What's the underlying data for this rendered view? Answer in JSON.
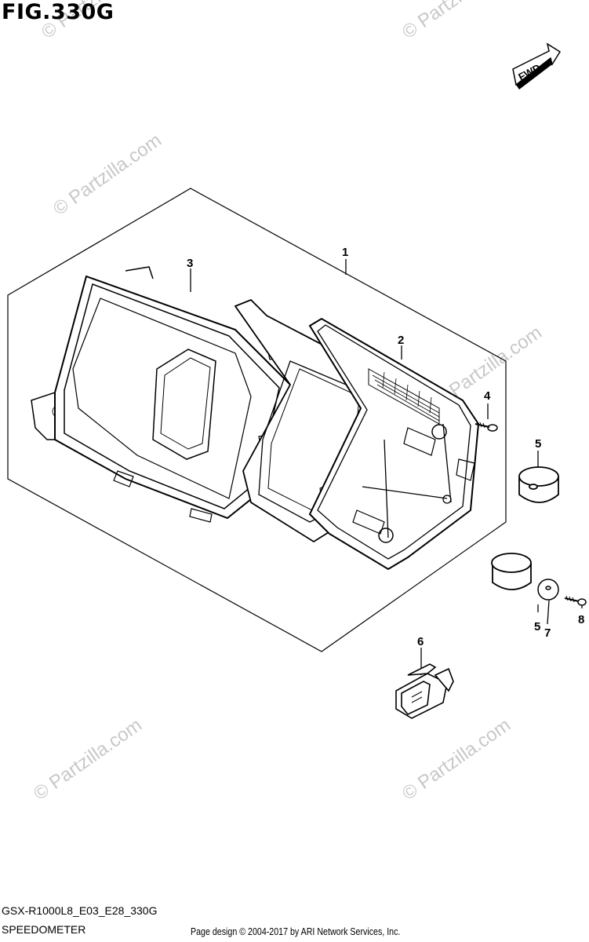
{
  "figure": {
    "title": "FIG.330G",
    "code": "GSX-R1000L8_E03_E28_330G",
    "name": "SPEEDOMETER",
    "credit": "Page design © 2004-2017 by ARI Network Services, Inc."
  },
  "fwd_label": "FWD",
  "watermark": "© Partzilla.com",
  "callouts": [
    "1",
    "2",
    "3",
    "4",
    "5",
    "5",
    "6",
    "7",
    "8"
  ]
}
